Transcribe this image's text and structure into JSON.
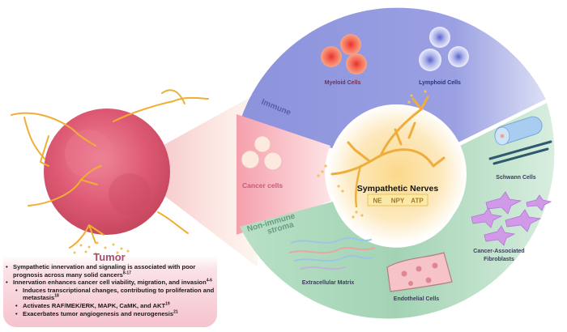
{
  "figure": {
    "tumor": {
      "title": "Tumor",
      "bullets": [
        {
          "level": 1,
          "text": "Sympathetic innervation and signaling is associated with poor prognosis across many solid cancers",
          "ref": "8-17"
        },
        {
          "level": 1,
          "text": "Innervation enhances cancer cell viability, migration, and invasion",
          "ref": "4-6"
        },
        {
          "level": 2,
          "text": "Induces transcriptional changes, contributing to proliferation and metastasis",
          "ref": "18"
        },
        {
          "level": 2,
          "text": "Activates RAF/MEK/ERK, MAPK, CaMK, and AKT",
          "ref": "19"
        },
        {
          "level": 2,
          "text": "Exacerbates tumor angiogenesis and neurogenesis",
          "ref": "21"
        }
      ]
    },
    "center": {
      "title": "Sympathetic Nerves",
      "neurotransmitters": [
        "NE",
        "NPY",
        "ATP"
      ]
    },
    "sectors": {
      "immune": {
        "label": "Immune",
        "color": "#8f95dc",
        "cells": [
          "Myeloid Cells",
          "Lymphoid Cells"
        ]
      },
      "cancer": {
        "label": "Cancer cells",
        "color": "#f28d9c"
      },
      "non_immune": {
        "label_line1": "Non-immune",
        "label_line2": "stroma",
        "color": "#a9d6b8",
        "cells": [
          "Schwann Cells",
          "Cancer-Associated",
          "Fibroblasts",
          "Extracellular Matrix",
          "Endothelial Cells"
        ]
      }
    },
    "colors": {
      "nerve": "#f0b23a",
      "tumor": "#e15a74",
      "tumor_title": "#b0486a",
      "immune_text": "#5a5fa8",
      "stroma_text": "#6a9a82",
      "myeloid_text": "#7a3050",
      "lymphoid_text": "#2d3480",
      "cell_label_dark": "#3b3f5a"
    }
  }
}
